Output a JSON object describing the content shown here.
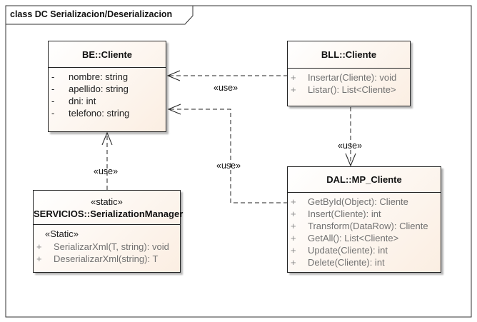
{
  "frame": {
    "title": "class DC Serializacion/Deserializacion"
  },
  "classes": {
    "be_cliente": {
      "name": "BE::Cliente",
      "attributes": [
        {
          "vis": "-",
          "text": "nombre: string"
        },
        {
          "vis": "-",
          "text": "apellido: string"
        },
        {
          "vis": "-",
          "text": "dni: int"
        },
        {
          "vis": "-",
          "text": "telefono: string"
        }
      ]
    },
    "bll_cliente": {
      "name": "BLL::Cliente",
      "operations": [
        {
          "vis": "+",
          "text": "Insertar(Cliente): void"
        },
        {
          "vis": "+",
          "text": "Listar(): List<Cliente>"
        }
      ]
    },
    "serialization_manager": {
      "stereotype": "«static»",
      "name": "SERVICIOS::SerializationManager",
      "section": "«Static»",
      "operations": [
        {
          "vis": "+",
          "text": "SerializarXml(T, string): void"
        },
        {
          "vis": "+",
          "text": "DeserializarXml(string): T"
        }
      ]
    },
    "dal_mp_cliente": {
      "name": "DAL::MP_Cliente",
      "operations": [
        {
          "vis": "+",
          "text": "GetById(Object): Cliente"
        },
        {
          "vis": "+",
          "text": "Insert(Cliente): int"
        },
        {
          "vis": "+",
          "text": "Transform(DataRow): Cliente"
        },
        {
          "vis": "+",
          "text": "GetAll(): List<Cliente>"
        },
        {
          "vis": "+",
          "text": "Update(Cliente): int"
        },
        {
          "vis": "+",
          "text": "Delete(Cliente): int"
        }
      ]
    }
  },
  "dependencies": {
    "bll_to_be": "«use»",
    "dal_to_be": "«use»",
    "bll_to_dal": "«use»",
    "manager_to_be": "«use»"
  },
  "colors": {
    "class_fill": "#fbeee2",
    "line": "#222222",
    "operation_text": "#707070"
  }
}
